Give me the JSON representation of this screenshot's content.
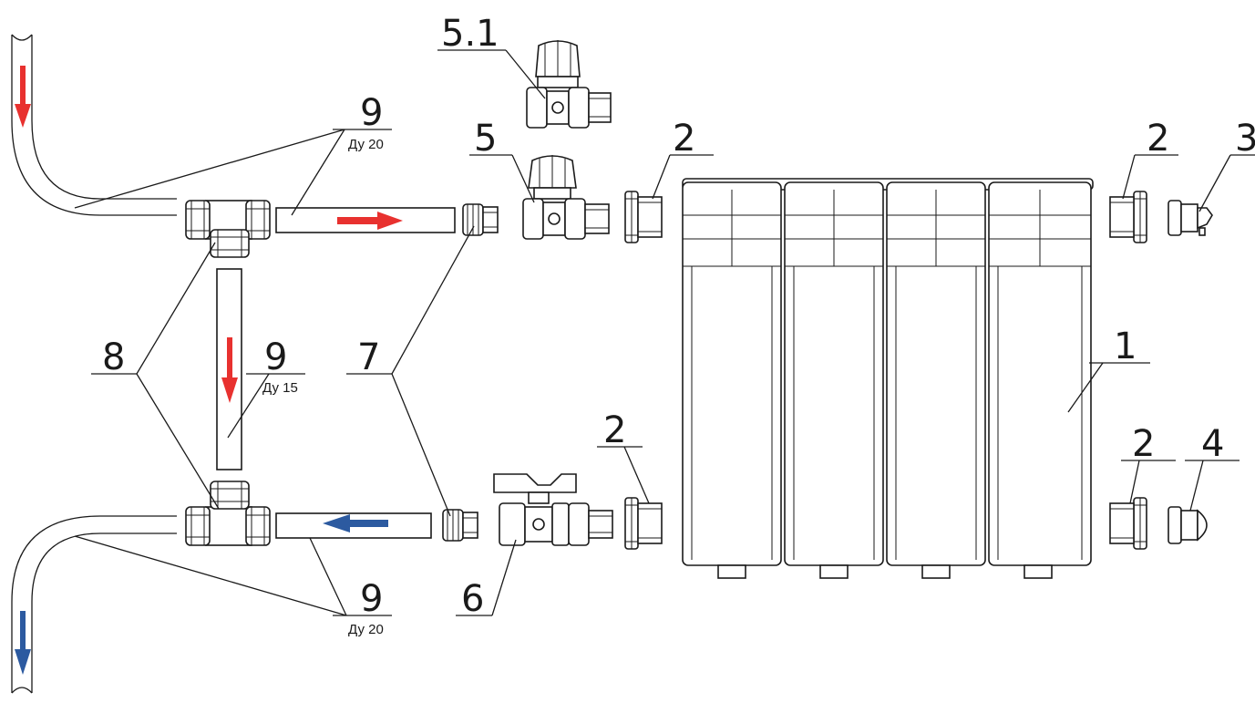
{
  "labels": {
    "radiator": "1",
    "adapter": "2",
    "air_vent": "3",
    "plug": "4",
    "valve": "5",
    "valve_alt": "5.1",
    "ball_valve": "6",
    "connector": "7",
    "tee": "8",
    "pipe": "9"
  },
  "pipe_sizes": {
    "supply": "Ду 20",
    "bypass": "Ду 15",
    "return": "Ду 20"
  },
  "colors": {
    "supply_arrow": "#e8312f",
    "return_arrow": "#2c5aa0",
    "line": "#1a1a1a"
  },
  "icons": {
    "flow_arrow": "arrow-icon"
  }
}
